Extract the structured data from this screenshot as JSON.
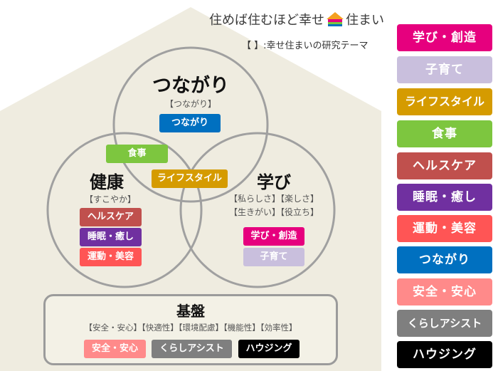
{
  "header": {
    "logo_text": "住めば住むほど幸せ住まい",
    "logo_part1": "住めば住むほど幸せ",
    "logo_part2": "住まい",
    "subtitle": "【 】:幸せ住まいの研究テーマ"
  },
  "circles": {
    "tsunagari": {
      "title": "つながり",
      "sub": "【つながり】",
      "tags": [
        "つながり"
      ]
    },
    "kenko": {
      "title": "健康",
      "sub": "【すこやか】",
      "tags": [
        "ヘルスケア",
        "睡眠・癒し",
        "運動・美容"
      ]
    },
    "manabi": {
      "title": "学び",
      "sub1": "【私らしさ】【楽しさ】",
      "sub2": "【生きがい】【役立ち】",
      "tags": [
        "学び・創造",
        "子育て"
      ]
    },
    "overlap": {
      "shokuji": "食事",
      "lifestyle": "ライフスタイル"
    }
  },
  "base": {
    "title": "基盤",
    "sub": "【安全・安心】【快適性】【環境配慮】【機能性】【効率性】",
    "tags": [
      "安全・安心",
      "くらしアシスト",
      "ハウジング"
    ]
  },
  "legend": [
    "学び・創造",
    "子育て",
    "ライフスタイル",
    "食事",
    "ヘルスケア",
    "睡眠・癒し",
    "運動・美容",
    "つながり",
    "安全・安心",
    "くらしアシスト",
    "ハウジング"
  ],
  "colors": {
    "house_bg": "#efece0",
    "circle_stroke": "#a0a0a0",
    "manabi_sozo": "#e6007e",
    "kosodate": "#c9bfdd",
    "lifestyle": "#d59b00",
    "shokuji": "#7dc63f",
    "healthcare": "#c0504d",
    "suimin": "#7030a0",
    "undo": "#ff5555",
    "tsunagari": "#0070c0",
    "anzen": "#ff8a8a",
    "kurashi": "#7f7f7f",
    "housing": "#000000"
  }
}
